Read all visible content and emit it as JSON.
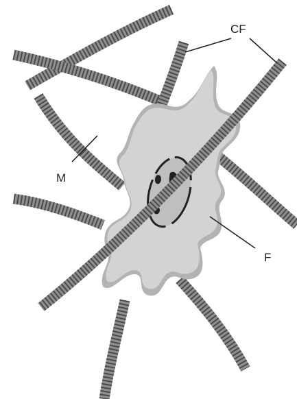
{
  "labels": {
    "collagen_fibers": "CF",
    "matrix": "M",
    "fibroblast": "F"
  },
  "colors": {
    "fiber_body": "#8f8f8f",
    "fiber_stripe": "#4a4a4a",
    "cell_body": "#d3d3d3",
    "cell_shadow": "#b3b3b3",
    "nucleus_fill": "#bfbfbf",
    "nucleus_outline": "#222222",
    "leader_line": "#222222"
  }
}
